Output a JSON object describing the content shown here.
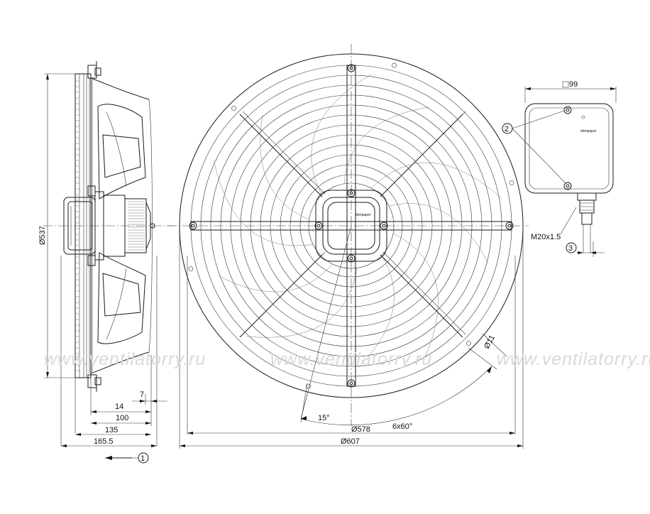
{
  "watermark": "www.ventilatorry.ru",
  "side_view": {
    "height_dim": "Ø537",
    "dims": {
      "d7": "7",
      "d14": "14",
      "d100": "100",
      "d135": "135",
      "d165": "165.5"
    },
    "airflow_marker": "1"
  },
  "front_view": {
    "brand": "ebmpapst",
    "dims": {
      "d578": "Ø578",
      "d607": "Ø607",
      "d11": "Ø11",
      "angle15": "15°",
      "angle6x60": "6x60°"
    }
  },
  "terminal_box": {
    "brand": "ebmpapst",
    "dim99": "99",
    "thread": "M20x1.5",
    "marker2": "2",
    "marker3": "3"
  }
}
